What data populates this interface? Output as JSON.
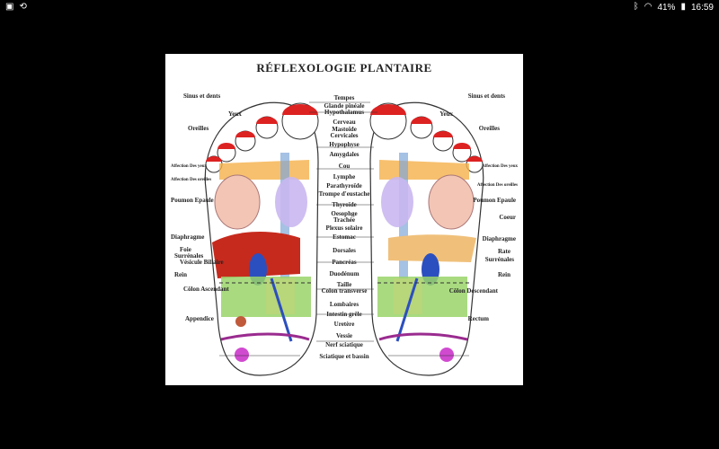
{
  "status": {
    "left_icons": [
      "image-notification-icon",
      "screen-rotate-icon"
    ],
    "battery": "41%",
    "time": "16:59"
  },
  "figure": {
    "title": "RÉFLEXOLOGIE PLANTAIRE",
    "labels_left": {
      "sinus": "Sinus et dents",
      "yeux": "Yeux",
      "oreilles": "Oreilles",
      "affection_yeux": "Affection Des yeux",
      "affection_oreilles": "Affection Des oreilles",
      "poumon": "Poumon Epaule",
      "diaphragme": "Diaphragme",
      "foie": "Foie",
      "surrenales": "Surrénales",
      "vesicule": "Vésicule Biliaire",
      "rein": "Rein",
      "colon": "Côlon Ascendant",
      "appendice": "Appendice"
    },
    "labels_center": {
      "tempes": "Tempes",
      "glande": "Glande pinéale",
      "hypothalamus": "Hypothalamus",
      "cerveau": "Cerveau",
      "mastoide": "Mastoïde",
      "cervicales": "Cervicales",
      "hypophyse": "Hypophyse",
      "amygdales": "Amygdales",
      "cou": "Cou",
      "lymphe": "Lymphe",
      "parathyroide": "Parathyroïde",
      "trompe": "Trompe d'eustache",
      "thyroide": "Thyroïde",
      "oesophage": "Oesophge",
      "trachee": "Trachée",
      "plexus": "Plexus solaire",
      "estomac": "Estomac",
      "dorsales": "Dorsales",
      "pancreas": "Pancréas",
      "duodenum": "Duodénum",
      "taille": "Taille",
      "colon_transverse": "Colon transverse",
      "lombaires": "Lombaires",
      "intestin": "Intestin grêle",
      "uretere": "Uretère",
      "vessie": "Vessie",
      "nerf": "Nerf sciatique",
      "sciatique": "Sciatique et bassin"
    },
    "labels_right": {
      "sinus": "Sinus et dents",
      "yeux": "Yeux",
      "oreilles": "Oreilles",
      "affection_yeux": "Affection Des yeux",
      "affection_oreilles": "Affection Des oreilles",
      "poumon": "Poumon Epaule",
      "coeur": "Coeur",
      "diaphragme": "Diaphragme",
      "rate": "Rate",
      "surrenales": "Surrénales",
      "rein": "Rein",
      "colon": "Côlon Descendant",
      "rectum": "Rectum"
    }
  }
}
